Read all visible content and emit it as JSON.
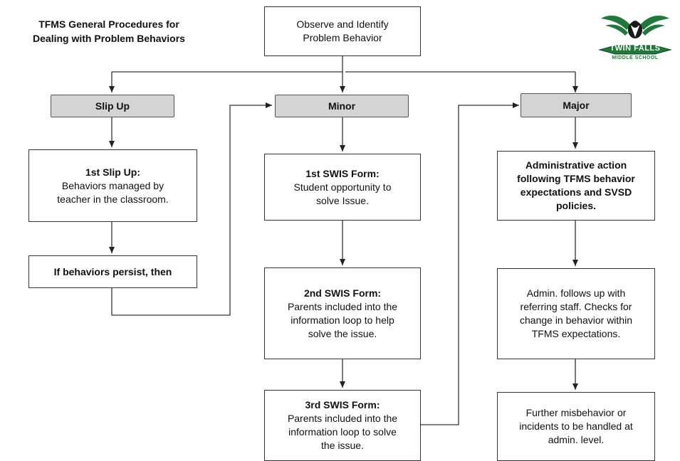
{
  "title": {
    "line1": "TFMS General Procedures for",
    "line2": "Dealing with Problem Behaviors"
  },
  "logo": {
    "line1": "TWIN FALLS",
    "line2": "MIDDLE SCHOOL"
  },
  "start": {
    "line1": "Observe and Identify",
    "line2": "Problem Behavior"
  },
  "slip_up": {
    "header": "Slip Up",
    "first": {
      "heading": "1st Slip Up:",
      "line1": "Behaviors managed by",
      "line2": "teacher in the classroom."
    },
    "persist": "If behaviors persist, then"
  },
  "minor": {
    "header": "Minor",
    "form1": {
      "heading": "1st SWIS Form:",
      "line1": "Student opportunity to",
      "line2": "solve Issue."
    },
    "form2": {
      "heading": "2nd SWIS Form:",
      "line1": "Parents included into the",
      "line2": "information loop to help",
      "line3": "solve the issue."
    },
    "form3": {
      "heading": "3rd SWIS Form:",
      "line1": "Parents included into the",
      "line2": "information loop to solve",
      "line3": "the issue."
    }
  },
  "major": {
    "header": "Major",
    "action": {
      "line1": "Administrative action",
      "line2": "following TFMS behavior",
      "line3": "expectations and SVSD",
      "line4": "policies."
    },
    "followup": {
      "line1": "Admin. follows up with",
      "line2": "referring staff. Checks for",
      "line3": "change in behavior within",
      "line4": "TFMS expectations."
    },
    "further": {
      "line1": "Further misbehavior or",
      "line2": "incidents to be handled at",
      "line3": "admin. level."
    }
  },
  "colors": {
    "header_fill": "#d4d4d4",
    "line": "#333333",
    "logo_green": "#1f7a3a"
  }
}
